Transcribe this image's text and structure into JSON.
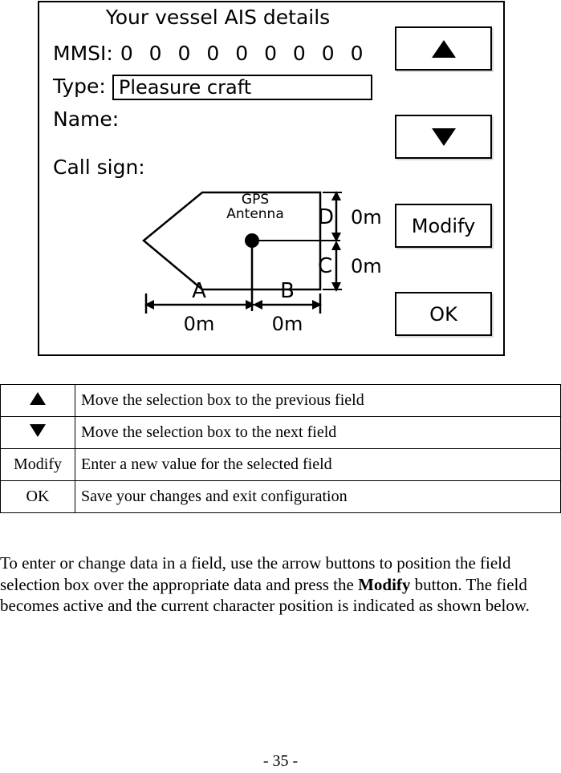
{
  "panel": {
    "title": "Your vessel AIS details",
    "fields": [
      {
        "label": "MMSI:",
        "value": "0 0 0 0 0 0 0 0 0",
        "boxed": false
      },
      {
        "label": "Type:",
        "value": "Pleasure craft",
        "boxed": true
      },
      {
        "label": "Name:",
        "value": "",
        "boxed": false
      },
      {
        "label": "Call sign:",
        "value": "",
        "boxed": false
      }
    ],
    "softkeys": [
      {
        "name": "up-arrow-button",
        "label": "",
        "icon": "triangle-up-icon"
      },
      {
        "name": "down-arrow-button",
        "label": "",
        "icon": "triangle-down-icon"
      },
      {
        "name": "modify-button",
        "label": "Modify",
        "icon": ""
      },
      {
        "name": "ok-button",
        "label": "OK",
        "icon": ""
      }
    ]
  },
  "diagram": {
    "gps_antenna_label_line1": "GPS",
    "gps_antenna_label_line2": "Antenna",
    "dim_a_label": "A",
    "dim_b_label": "B",
    "dim_c_label": "C",
    "dim_d_label": "D",
    "dim_a_value": "0m",
    "dim_b_value": "0m",
    "dim_c_value": "0m",
    "dim_d_value": "0m"
  },
  "key_table": {
    "rows": [
      {
        "key_icon": "triangle-up-icon",
        "key_label": "",
        "description": "Move the selection box to the previous field"
      },
      {
        "key_icon": "triangle-down-icon",
        "key_label": "",
        "description": "Move the selection box to the next field"
      },
      {
        "key_icon": "",
        "key_label": "Modify",
        "description": "Enter a new value for the selected field"
      },
      {
        "key_icon": "",
        "key_label": "OK",
        "description": "Save your changes and exit configuration"
      }
    ]
  },
  "paragraph": {
    "part1": "To enter or change data in a field, use the arrow buttons to position the field selection box over the appropriate data and press the ",
    "bold": "Modify",
    "part2": " button. The field becomes active and the current character position is indicated as shown below."
  },
  "footer": {
    "page_number": "- 35 -"
  },
  "colors": {
    "ink": "#000000",
    "background": "#ffffff",
    "button_shadow": "#d9d9d9"
  }
}
